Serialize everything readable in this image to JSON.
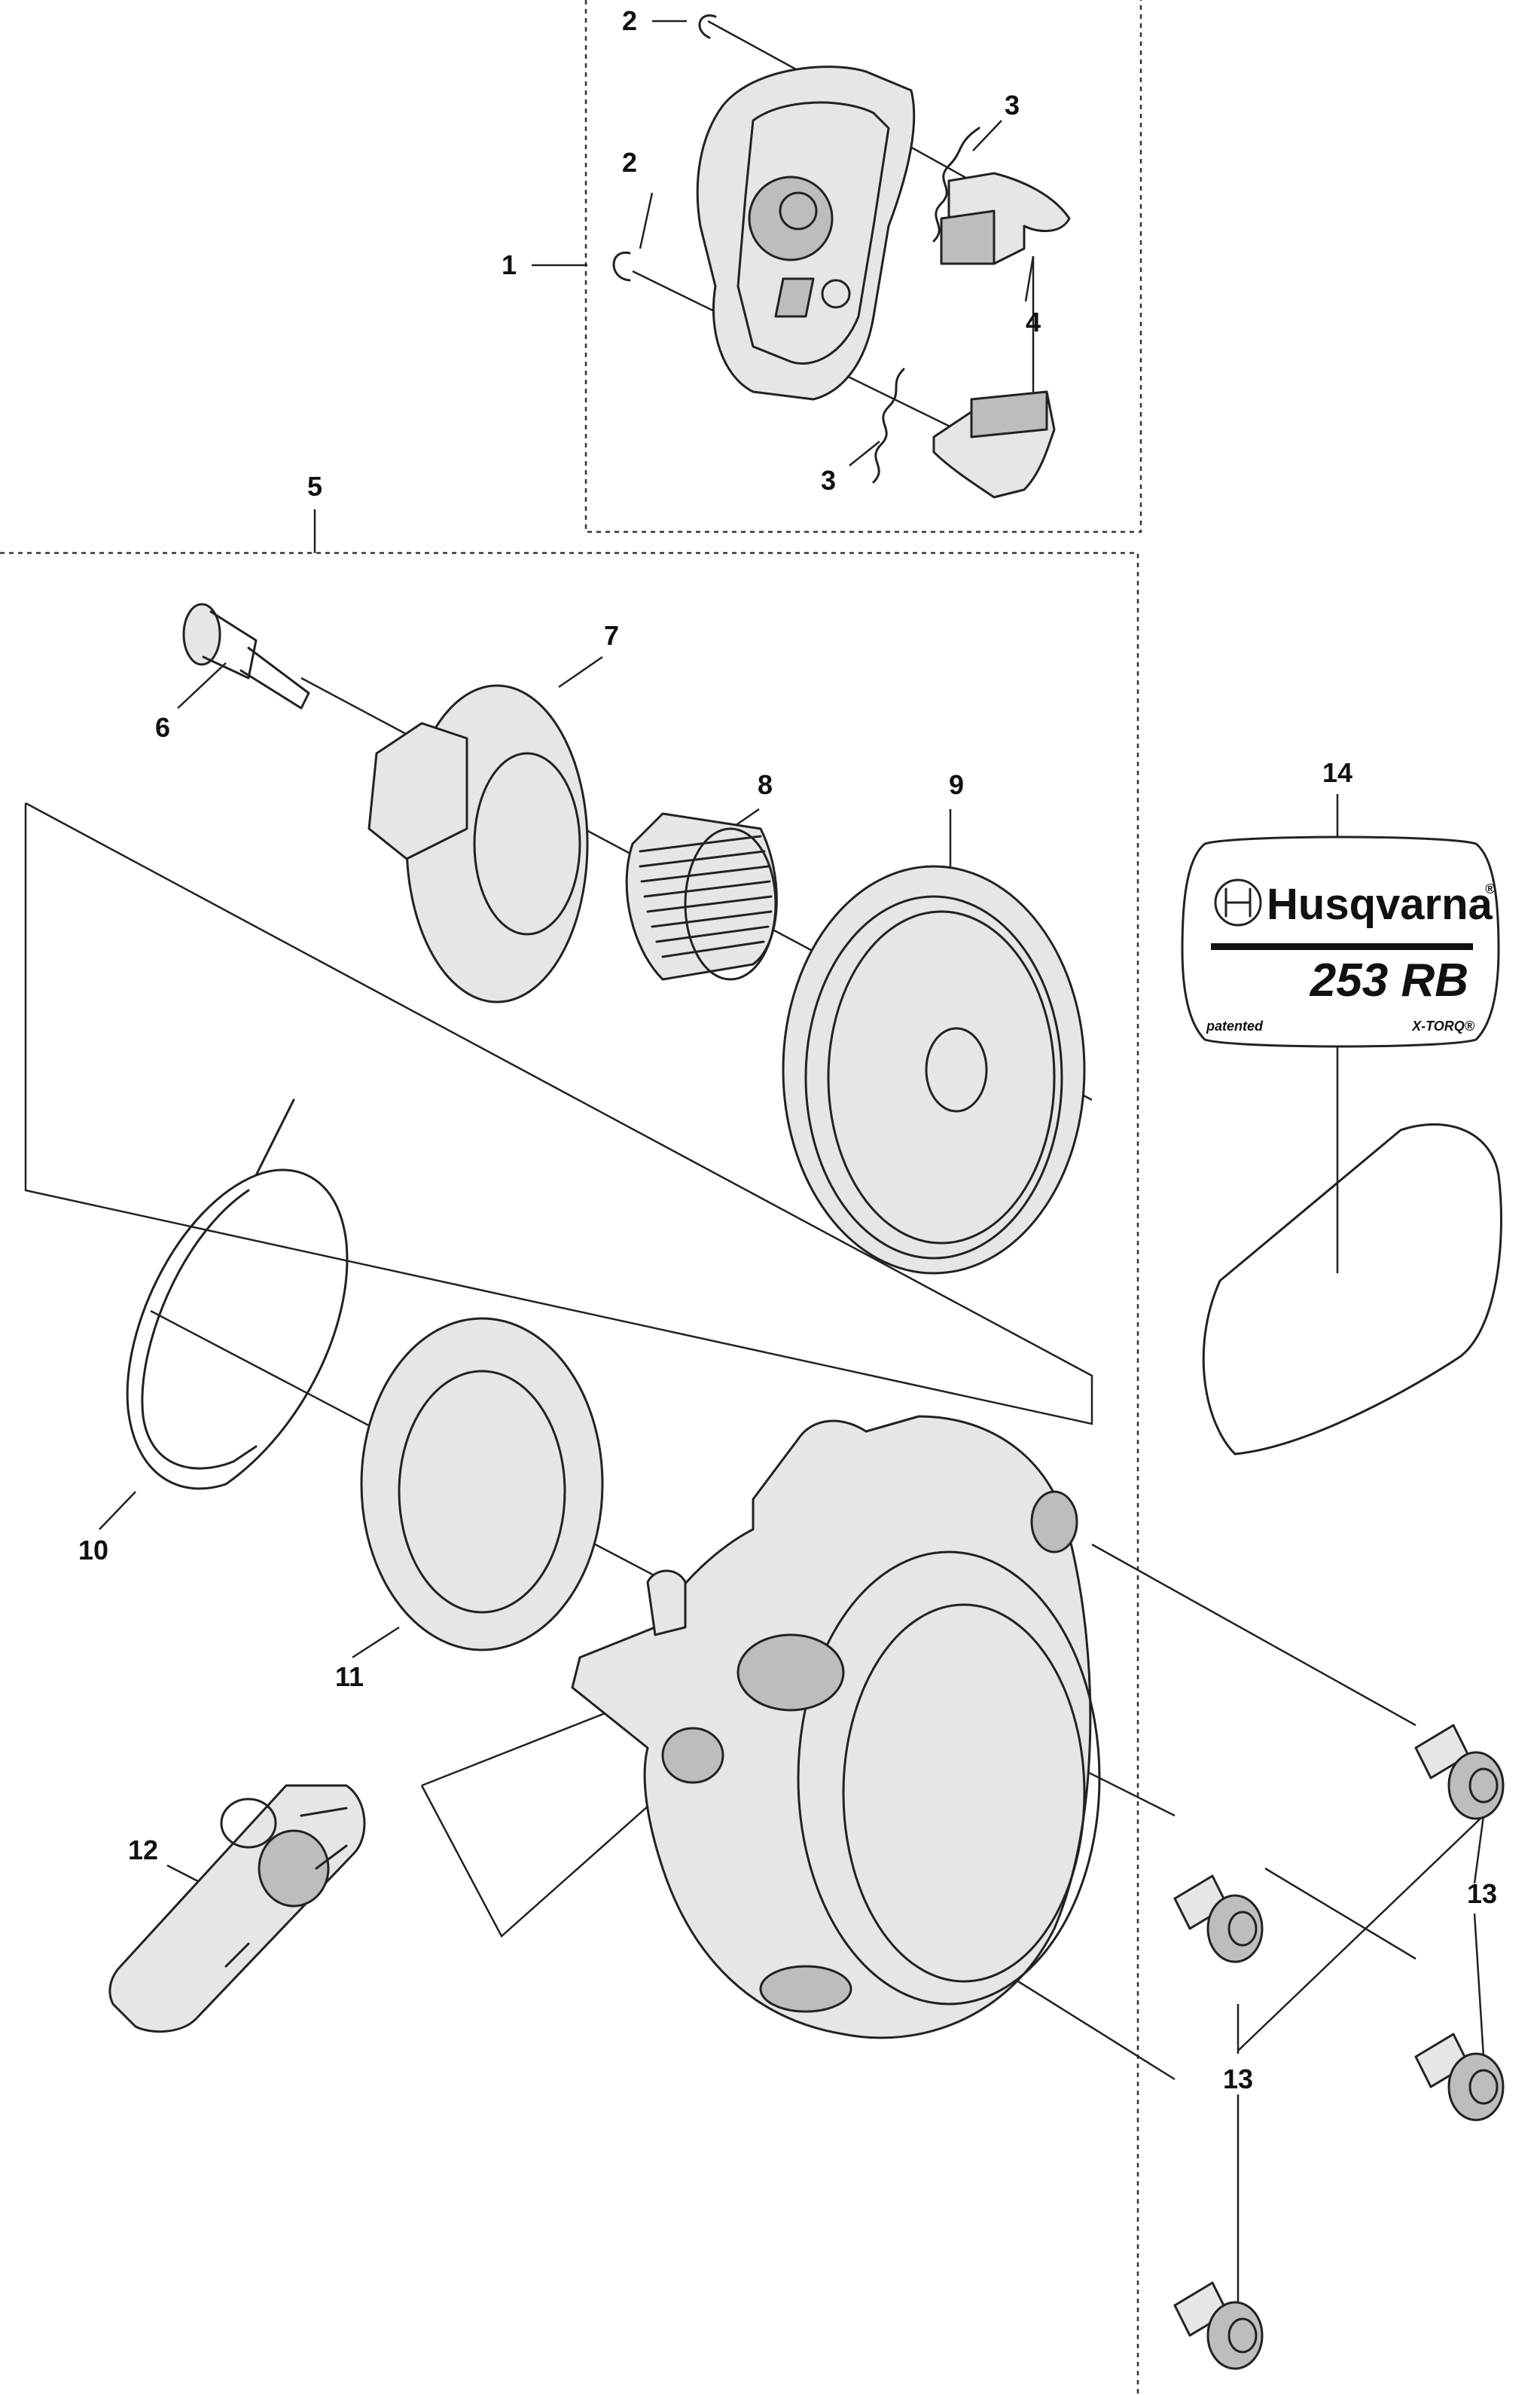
{
  "decal": {
    "brand": "Husqvarna",
    "registered_mark": "®",
    "model": "253 RB",
    "footer_left": "patented",
    "footer_right": "X-TORQ®"
  },
  "callouts": [
    {
      "id": "c1",
      "label": "1"
    },
    {
      "id": "c2a",
      "label": "2"
    },
    {
      "id": "c2b",
      "label": "2"
    },
    {
      "id": "c3a",
      "label": "3"
    },
    {
      "id": "c3b",
      "label": "3"
    },
    {
      "id": "c4",
      "label": "4"
    },
    {
      "id": "c5",
      "label": "5"
    },
    {
      "id": "c6",
      "label": "6"
    },
    {
      "id": "c7",
      "label": "7"
    },
    {
      "id": "c8",
      "label": "8"
    },
    {
      "id": "c9",
      "label": "9"
    },
    {
      "id": "c10",
      "label": "10"
    },
    {
      "id": "c11",
      "label": "11"
    },
    {
      "id": "c12",
      "label": "12"
    },
    {
      "id": "c13a",
      "label": "13"
    },
    {
      "id": "c13b",
      "label": "13"
    },
    {
      "id": "c14",
      "label": "14"
    }
  ],
  "colors": {
    "line": "#222222",
    "part_fill": "#e6e6e6",
    "part_shade": "#bdbdbd",
    "background": "#ffffff"
  }
}
